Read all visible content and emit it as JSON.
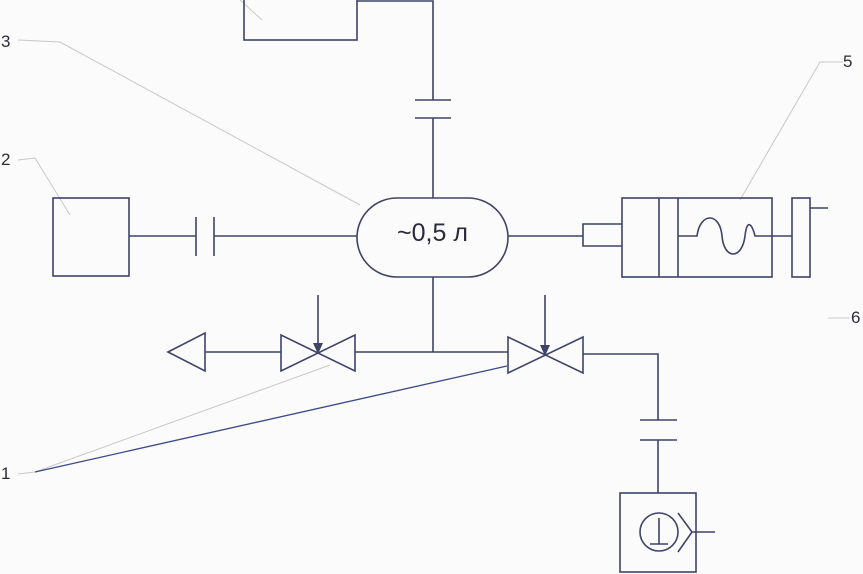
{
  "vessel": {
    "label": "~0,5 л"
  },
  "callouts": {
    "c1": "1",
    "c2": "2",
    "c3": "3",
    "c5": "5",
    "c6": "6"
  },
  "colors": {
    "line": "#3d4468",
    "leader": "#c8c8cc",
    "background": "#fbfbfb"
  }
}
